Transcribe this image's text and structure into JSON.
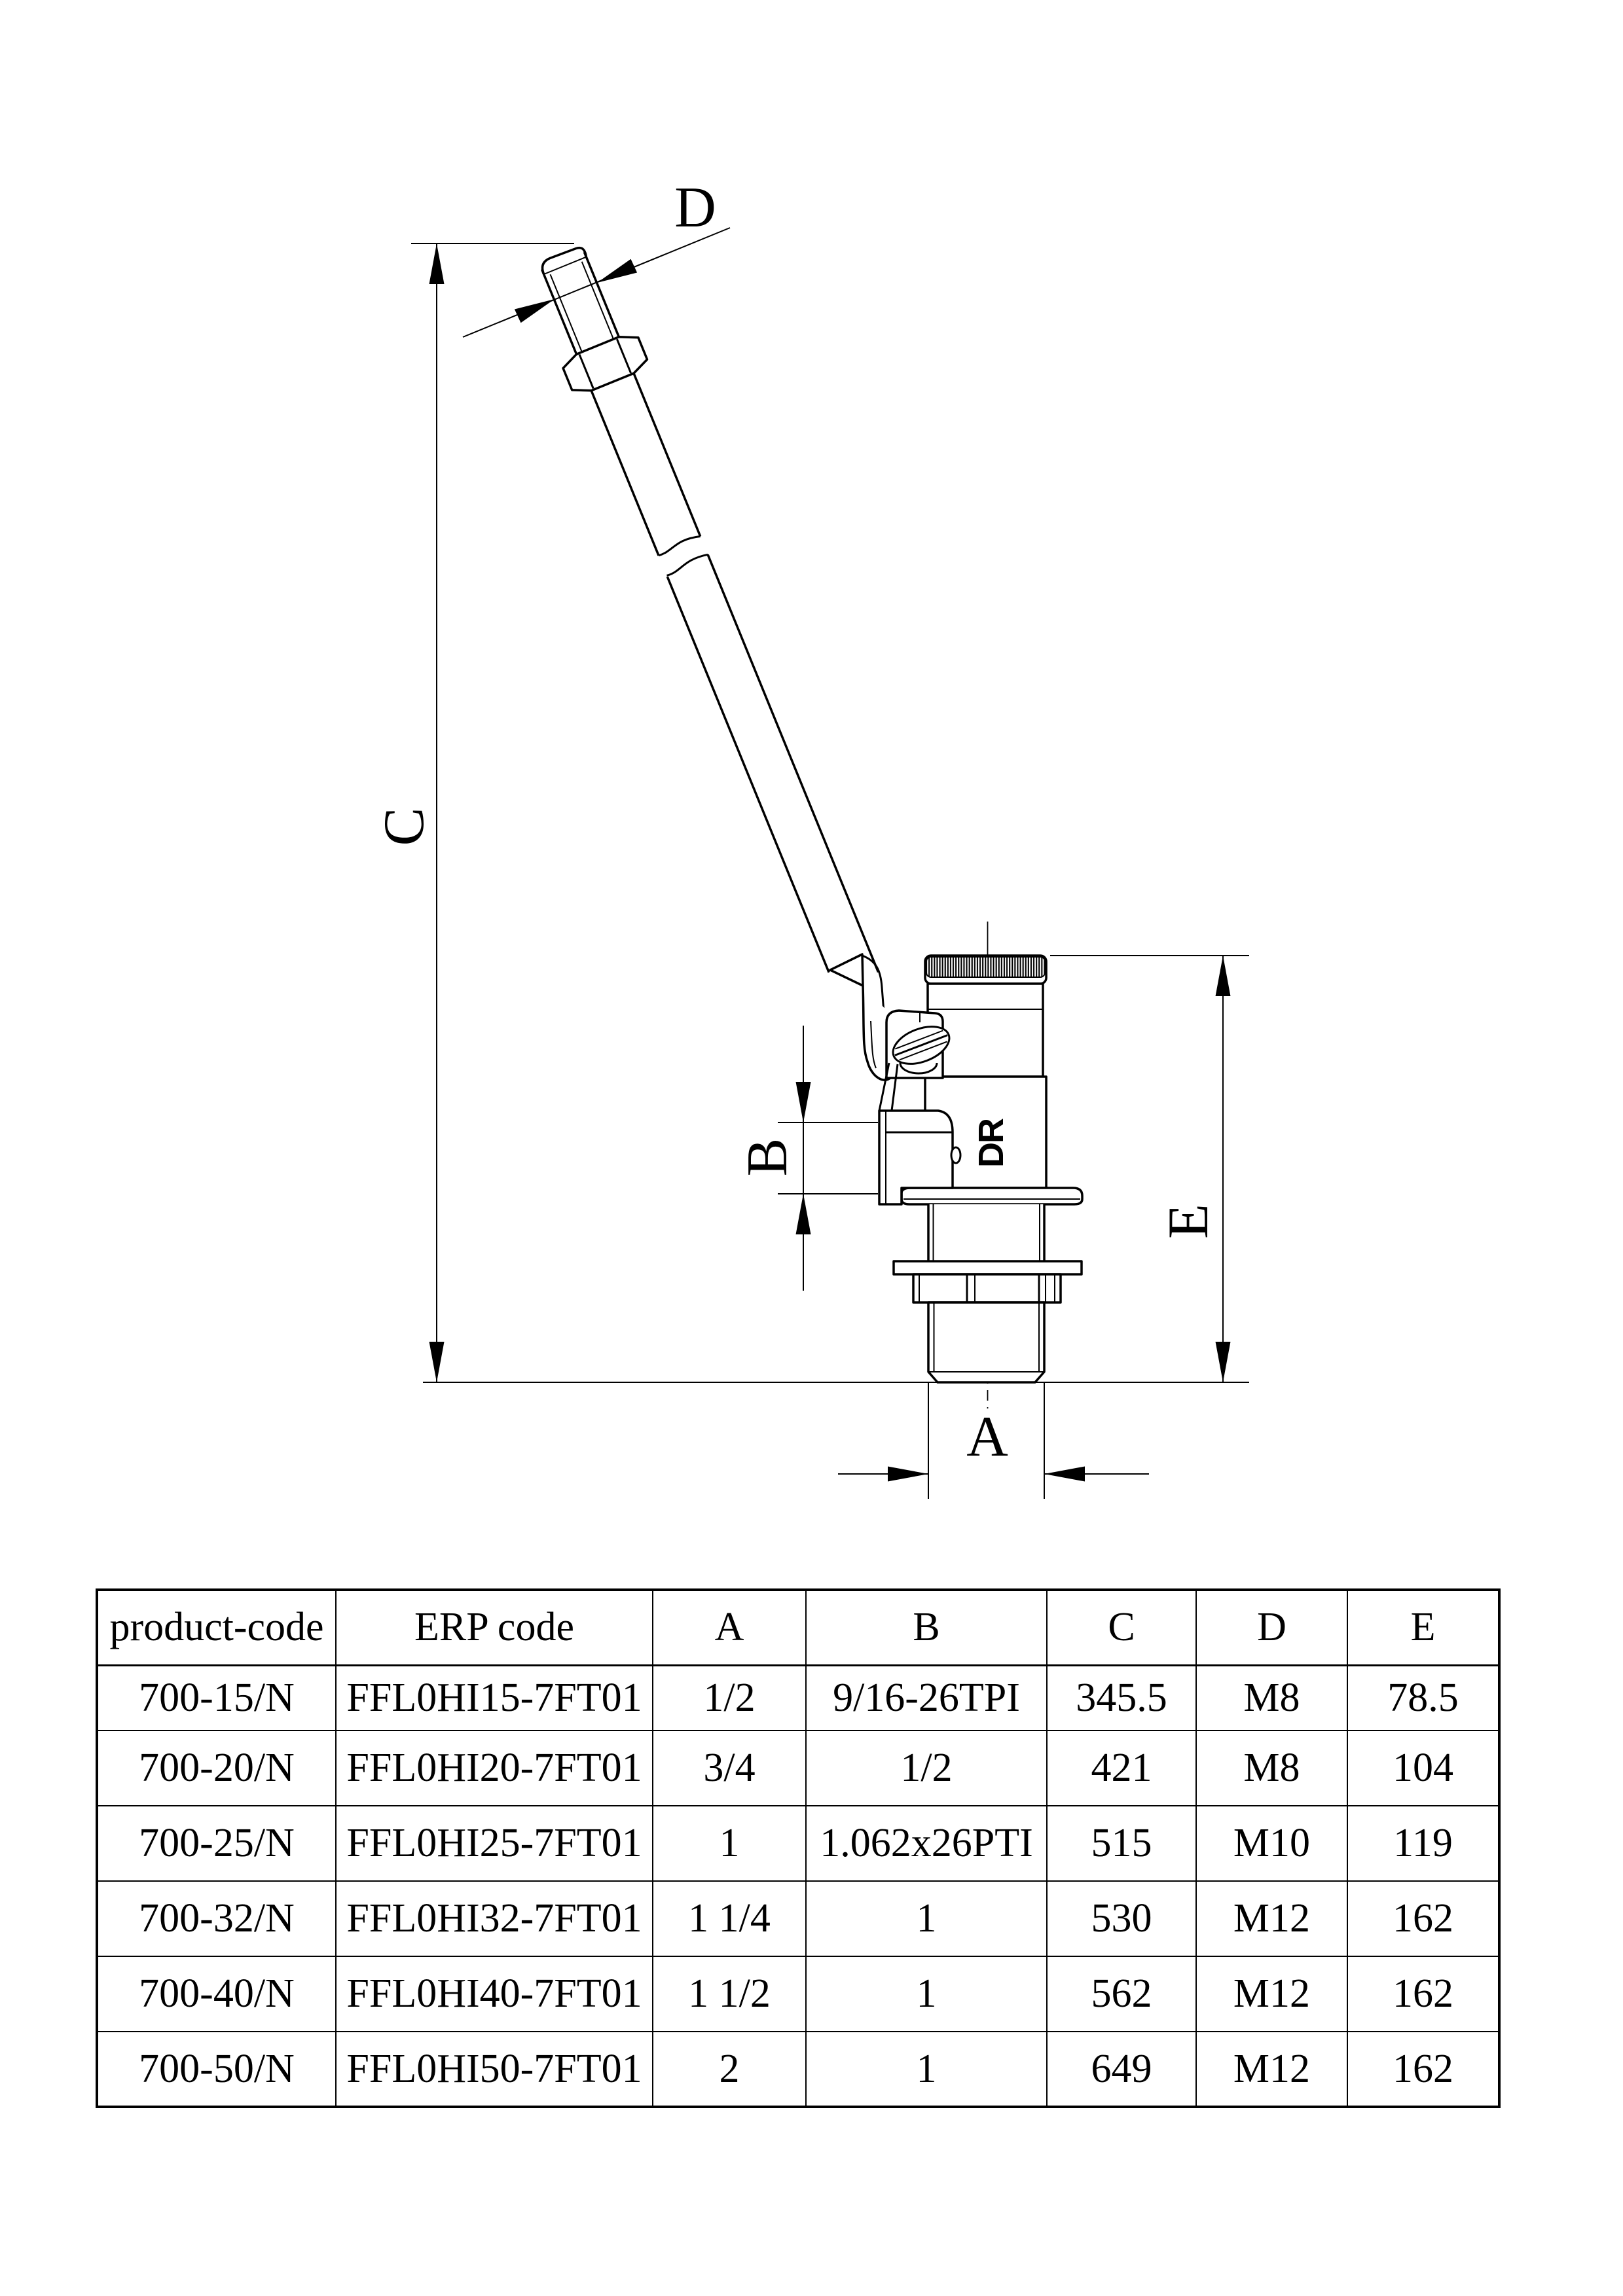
{
  "drawing": {
    "dim_labels": {
      "A": "A",
      "B": "B",
      "C": "C",
      "D": "D",
      "E": "E"
    },
    "body_marking": "DR"
  },
  "table": {
    "headers": [
      "product-code",
      "ERP code",
      "A",
      "B",
      "C",
      "D",
      "E"
    ],
    "rows": [
      [
        "700-15/N",
        "FFL0HI15-7FT01",
        "1/2",
        "9/16-26TPI",
        "345.5",
        "M8",
        "78.5"
      ],
      [
        "700-20/N",
        "FFL0HI20-7FT01",
        "3/4",
        "1/2",
        "421",
        "M8",
        "104"
      ],
      [
        "700-25/N",
        "FFL0HI25-7FT01",
        "1",
        "1.062x26PTI",
        "515",
        "M10",
        "119"
      ],
      [
        "700-32/N",
        "FFL0HI32-7FT01",
        "1 1/4",
        "1",
        "530",
        "M12",
        "162"
      ],
      [
        "700-40/N",
        "FFL0HI40-7FT01",
        "1 1/2",
        "1",
        "562",
        "M12",
        "162"
      ],
      [
        "700-50/N",
        "FFL0HI50-7FT01",
        "2",
        "1",
        "649",
        "M12",
        "162"
      ]
    ]
  },
  "colors": {
    "line": "#000000",
    "background": "#ffffff"
  }
}
